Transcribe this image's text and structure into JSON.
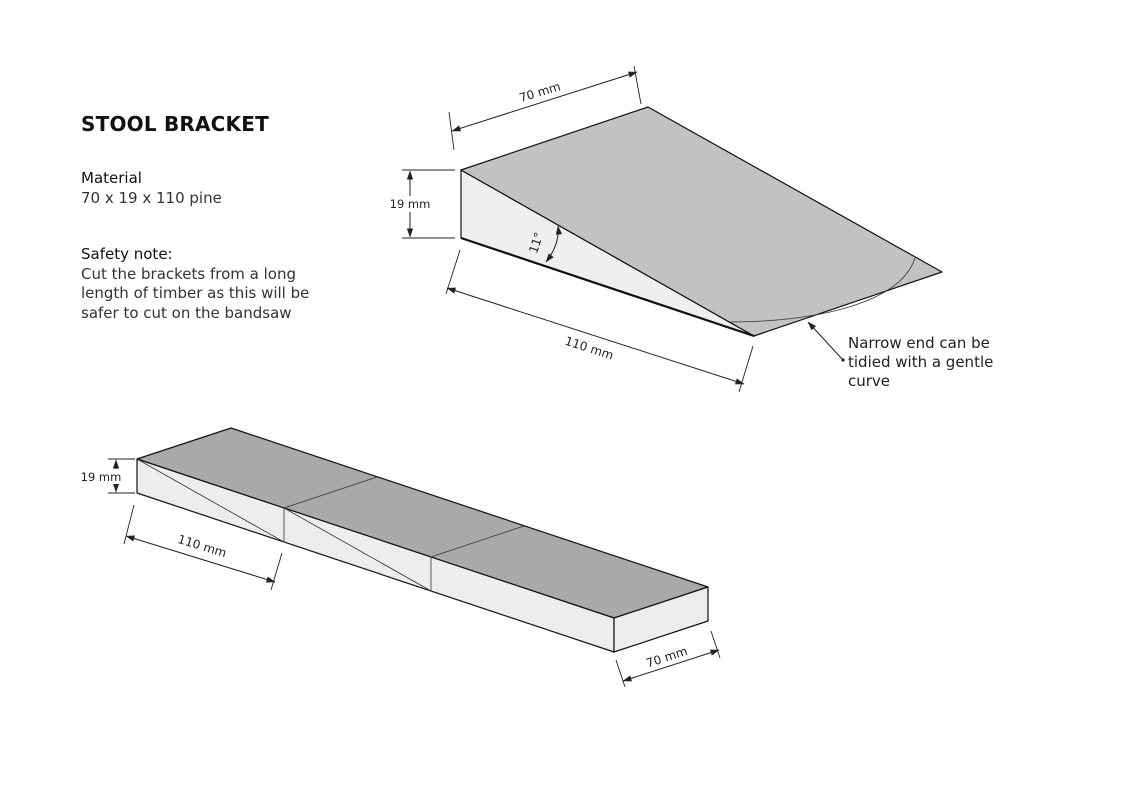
{
  "title": "STOOL BRACKET",
  "material": {
    "heading": "Material",
    "lines": [
      "70 x 19 x 110 pine"
    ]
  },
  "safety": {
    "heading": "Safety note:",
    "lines": [
      "Cut the brackets from a long",
      "length of timber as this will be",
      "safer to cut on the bandsaw"
    ]
  },
  "bracket_view": {
    "dim_width": "70 mm",
    "dim_height": "19 mm",
    "dim_length": "110 mm",
    "dim_angle": "11°",
    "note_lines": [
      "Narrow end can be",
      "tidied with a gentle",
      "curve"
    ]
  },
  "timber_view": {
    "dim_height": "19 mm",
    "dim_length": "110 mm",
    "dim_width": "70 mm"
  },
  "colors": {
    "top_face": "#c2c2c2",
    "side_face": "#efefef",
    "timber_top": "#a9a9a9",
    "timber_side": "#ededed",
    "line": "#111111"
  }
}
